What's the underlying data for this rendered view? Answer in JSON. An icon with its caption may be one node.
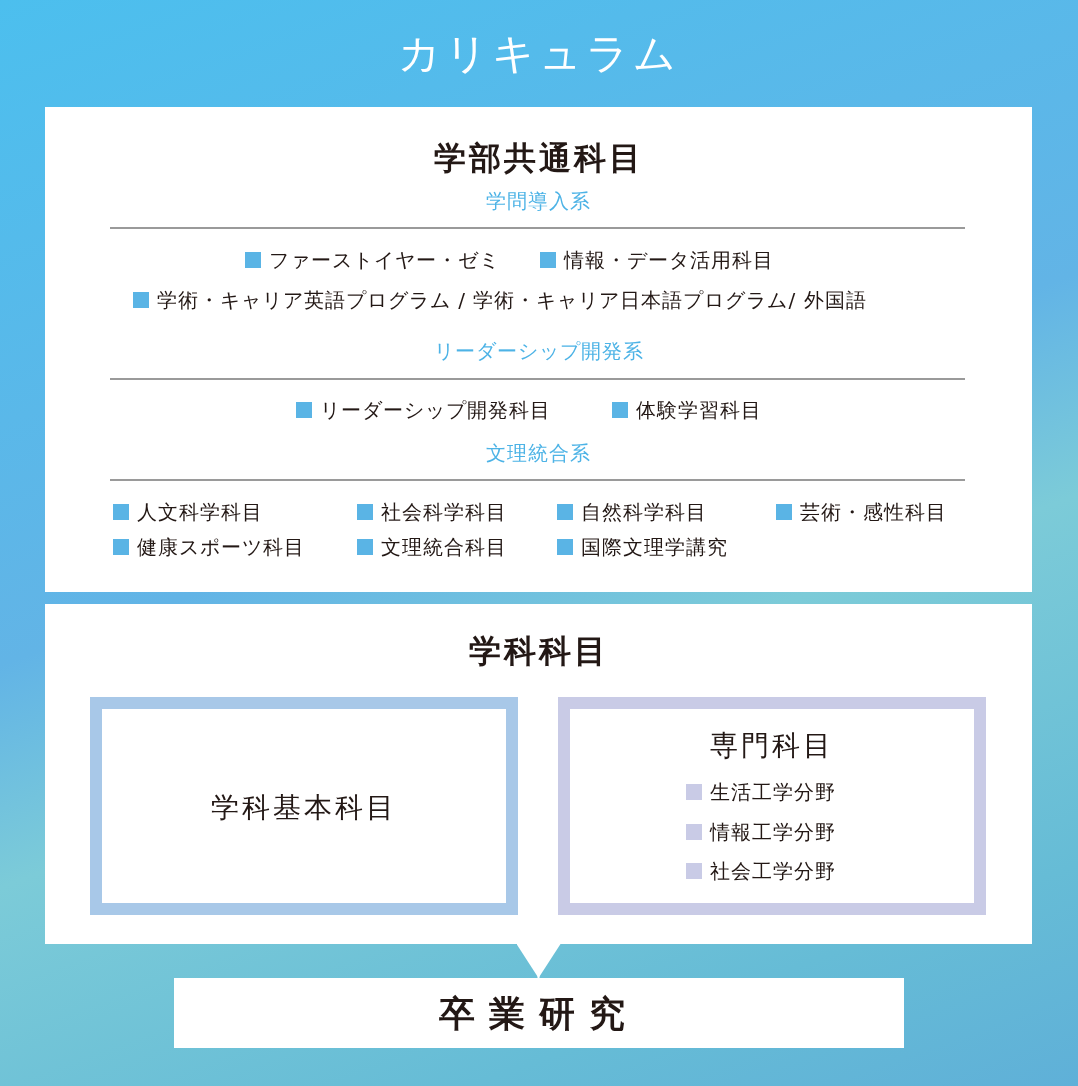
{
  "diagram": {
    "title": "カリキュラム",
    "nodes": [
      {
        "text": [
          "学部共通科目"
        ]
      },
      {
        "text": [
          "学科科目"
        ]
      },
      {
        "text": [
          "学科基本科目"
        ],
        "in": 1
      },
      {
        "text": [
          "専門科目",
          "生活工学分野",
          "情報工学分野",
          "社会工学分野"
        ],
        "in": 1
      },
      {
        "text": [
          "卒業研究"
        ]
      }
    ],
    "edges": [
      {
        "from": 1,
        "to": 4,
        "arrow": "to"
      }
    ],
    "labels": [
      "学問導入系",
      "ファーストイヤー・ゼミ",
      "情報・データ活用科目",
      "学術・キャリア英語プログラム / 学術・キャリア日本語プログラム/ 外国語",
      "リーダーシップ開発系",
      "リーダーシップ開発科目",
      "体験学習科目",
      "文理統合系",
      "人文科学科目",
      "社会科学科目",
      "自然科学科目",
      "芸術・感性科目",
      "健康スポーツ科目",
      "文理統合科目",
      "国際文理学講究"
    ]
  }
}
